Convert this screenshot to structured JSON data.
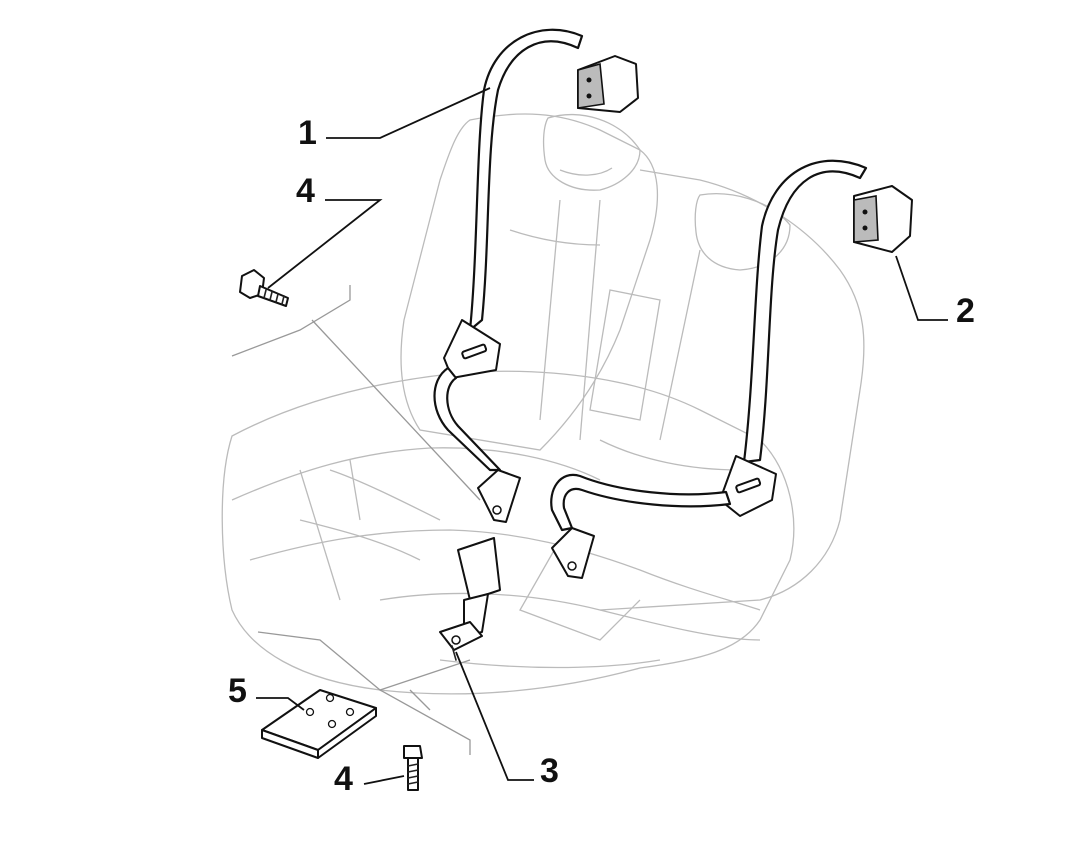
{
  "diagram": {
    "callouts": [
      {
        "id": "1",
        "label": "1"
      },
      {
        "id": "2",
        "label": "2"
      },
      {
        "id": "3",
        "label": "3"
      },
      {
        "id": "4a",
        "label": "4"
      },
      {
        "id": "4b",
        "label": "4"
      },
      {
        "id": "5",
        "label": "5"
      }
    ]
  }
}
